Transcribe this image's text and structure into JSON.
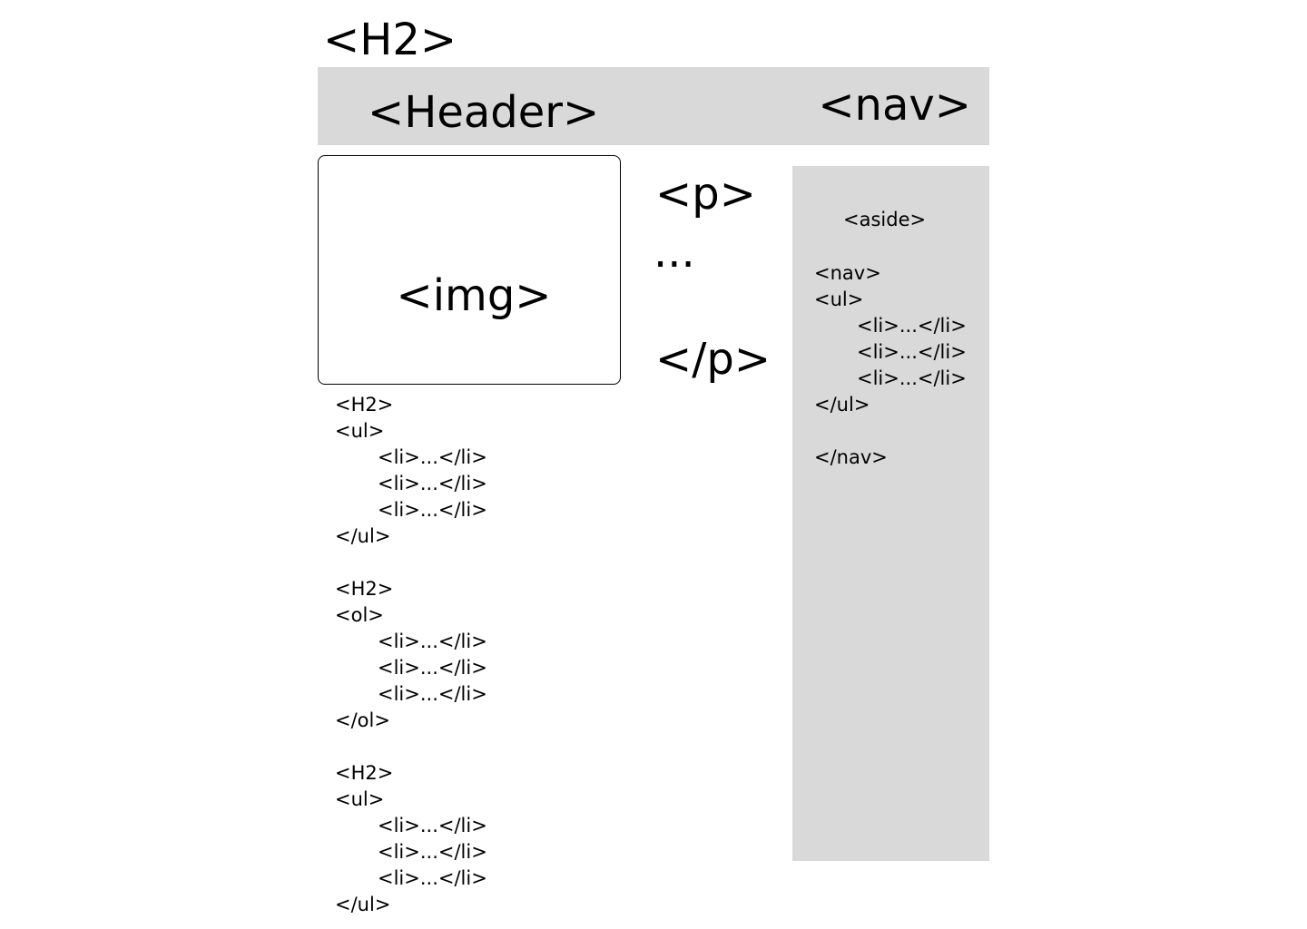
{
  "top_heading": "<H2>",
  "header": {
    "label": "<Header>",
    "nav_label": "<nav>"
  },
  "image_placeholder": "<img>",
  "paragraph": {
    "open": "<p>",
    "ellipsis": "...",
    "close": "</p>"
  },
  "aside": {
    "label": "<aside>",
    "lines": [
      {
        "text": "<nav>",
        "indent": false
      },
      {
        "text": "<ul>",
        "indent": false
      },
      {
        "text": "<li>...</li>",
        "indent": true
      },
      {
        "text": "<li>...</li>",
        "indent": true
      },
      {
        "text": "<li>...</li>",
        "indent": true
      },
      {
        "text": "</ul>",
        "indent": false
      },
      {
        "text": "",
        "indent": false
      },
      {
        "text": "</nav>",
        "indent": false
      }
    ]
  },
  "main_lists": {
    "lines": [
      {
        "text": "<H2>",
        "indent": false
      },
      {
        "text": "<ul>",
        "indent": false
      },
      {
        "text": "<li>...</li>",
        "indent": true
      },
      {
        "text": "<li>...</li>",
        "indent": true
      },
      {
        "text": "<li>...</li>",
        "indent": true
      },
      {
        "text": "</ul>",
        "indent": false
      },
      {
        "text": "",
        "indent": false
      },
      {
        "text": "<H2>",
        "indent": false
      },
      {
        "text": "<ol>",
        "indent": false
      },
      {
        "text": "<li>...</li>",
        "indent": true
      },
      {
        "text": "<li>...</li>",
        "indent": true
      },
      {
        "text": "<li>...</li>",
        "indent": true
      },
      {
        "text": "</ol>",
        "indent": false
      },
      {
        "text": "",
        "indent": false
      },
      {
        "text": "<H2>",
        "indent": false
      },
      {
        "text": "<ul>",
        "indent": false
      },
      {
        "text": "<li>...</li>",
        "indent": true
      },
      {
        "text": "<li>...</li>",
        "indent": true
      },
      {
        "text": "<li>...</li>",
        "indent": true
      },
      {
        "text": "</ul>",
        "indent": false
      }
    ]
  },
  "colors": {
    "block_fill": "#d9d9d9",
    "text": "#000000",
    "background": "#ffffff"
  }
}
